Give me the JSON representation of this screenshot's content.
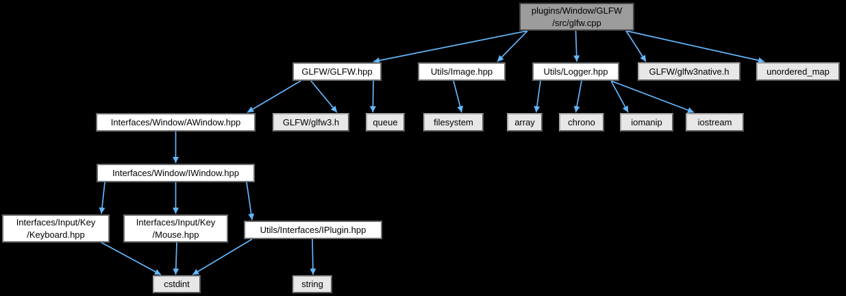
{
  "graph": {
    "title": "include dependency graph for plugins/Window/GLFW/src/glfw.cpp",
    "background_color": "#000000",
    "edge_color": "#63b8ff",
    "node_colors": {
      "current_fill": "#9c9c9c",
      "documented_fill": "#ffffff",
      "external_fill": "#e7e7e7"
    },
    "nodes": [
      {
        "id": "root",
        "label": "plugins/Window/GLFW\n/src/glfw.cpp",
        "type": "current"
      },
      {
        "id": "glfw_hpp",
        "label": "GLFW/GLFW.hpp",
        "type": "file"
      },
      {
        "id": "image_hpp",
        "label": "Utils/Image.hpp",
        "type": "file"
      },
      {
        "id": "logger_hpp",
        "label": "Utils/Logger.hpp",
        "type": "file"
      },
      {
        "id": "glfw3native_h",
        "label": "GLFW/glfw3native.h",
        "type": "external"
      },
      {
        "id": "unordered_map",
        "label": "unordered_map",
        "type": "external"
      },
      {
        "id": "awindow_hpp",
        "label": "Interfaces/Window/AWindow.hpp",
        "type": "file"
      },
      {
        "id": "glfw3_h",
        "label": "GLFW/glfw3.h",
        "type": "external"
      },
      {
        "id": "queue",
        "label": "queue",
        "type": "external"
      },
      {
        "id": "filesystem",
        "label": "filesystem",
        "type": "external"
      },
      {
        "id": "array",
        "label": "array",
        "type": "external"
      },
      {
        "id": "chrono",
        "label": "chrono",
        "type": "external"
      },
      {
        "id": "iomanip",
        "label": "iomanip",
        "type": "external"
      },
      {
        "id": "iostream",
        "label": "iostream",
        "type": "external"
      },
      {
        "id": "iwindow_hpp",
        "label": "Interfaces/Window/IWindow.hpp",
        "type": "file"
      },
      {
        "id": "keyboard_hpp",
        "label": "Interfaces/Input/Key\n/Keyboard.hpp",
        "type": "file"
      },
      {
        "id": "mouse_hpp",
        "label": "Interfaces/Input/Key\n/Mouse.hpp",
        "type": "file"
      },
      {
        "id": "iplugin_hpp",
        "label": "Utils/Interfaces/IPlugin.hpp",
        "type": "file"
      },
      {
        "id": "cstdint",
        "label": "cstdint",
        "type": "external"
      },
      {
        "id": "string",
        "label": "string",
        "type": "external"
      }
    ],
    "edges": [
      {
        "from": "root",
        "to": "glfw_hpp"
      },
      {
        "from": "root",
        "to": "image_hpp"
      },
      {
        "from": "root",
        "to": "logger_hpp"
      },
      {
        "from": "root",
        "to": "glfw3native_h"
      },
      {
        "from": "root",
        "to": "unordered_map"
      },
      {
        "from": "glfw_hpp",
        "to": "awindow_hpp"
      },
      {
        "from": "glfw_hpp",
        "to": "glfw3_h"
      },
      {
        "from": "glfw_hpp",
        "to": "queue"
      },
      {
        "from": "image_hpp",
        "to": "filesystem"
      },
      {
        "from": "logger_hpp",
        "to": "array"
      },
      {
        "from": "logger_hpp",
        "to": "chrono"
      },
      {
        "from": "logger_hpp",
        "to": "iomanip"
      },
      {
        "from": "logger_hpp",
        "to": "iostream"
      },
      {
        "from": "awindow_hpp",
        "to": "iwindow_hpp"
      },
      {
        "from": "iwindow_hpp",
        "to": "keyboard_hpp"
      },
      {
        "from": "iwindow_hpp",
        "to": "mouse_hpp"
      },
      {
        "from": "iwindow_hpp",
        "to": "iplugin_hpp"
      },
      {
        "from": "keyboard_hpp",
        "to": "cstdint"
      },
      {
        "from": "mouse_hpp",
        "to": "cstdint"
      },
      {
        "from": "iplugin_hpp",
        "to": "cstdint"
      },
      {
        "from": "iplugin_hpp",
        "to": "string"
      }
    ]
  }
}
